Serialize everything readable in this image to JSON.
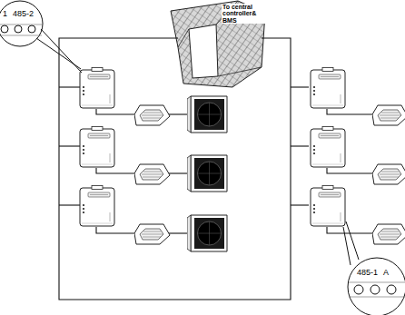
{
  "diagram": {
    "labels": [
      "To central controller& BMS",
      "1",
      "485-2",
      "485-1",
      "A"
    ]
  }
}
